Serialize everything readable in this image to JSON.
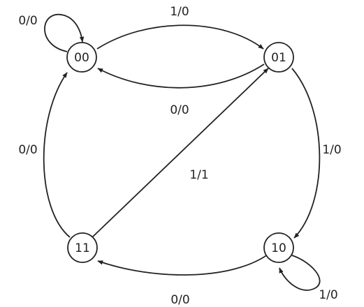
{
  "states": [
    {
      "id": "s00",
      "label": "00"
    },
    {
      "id": "s01",
      "label": "01"
    },
    {
      "id": "s10",
      "label": "10"
    },
    {
      "id": "s11",
      "label": "11"
    }
  ],
  "transitions": [
    {
      "id": "t00_self",
      "from": "00",
      "to": "00",
      "label": "0/0"
    },
    {
      "id": "t00_01",
      "from": "00",
      "to": "01",
      "label": "1/0"
    },
    {
      "id": "t01_00",
      "from": "01",
      "to": "00",
      "label": "0/0"
    },
    {
      "id": "t11_00",
      "from": "11",
      "to": "00",
      "label": "0/0"
    },
    {
      "id": "t11_01",
      "from": "11",
      "to": "01",
      "label": "1/1"
    },
    {
      "id": "t01_10",
      "from": "01",
      "to": "10",
      "label": "1/0"
    },
    {
      "id": "t10_11",
      "from": "10",
      "to": "11",
      "label": "0/0"
    },
    {
      "id": "t10_self",
      "from": "10",
      "to": "10",
      "label": "1/0"
    }
  ],
  "colors": {
    "stroke": "#222222",
    "fill": "#ffffff",
    "text": "#222222"
  }
}
